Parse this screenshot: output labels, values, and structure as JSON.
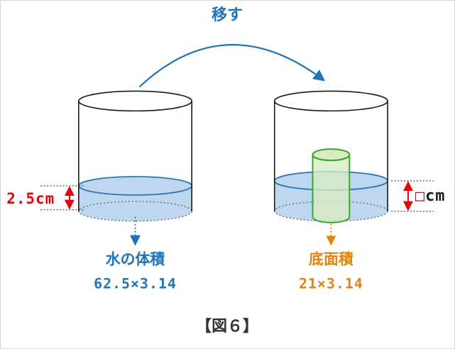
{
  "diagram": {
    "transfer_label": "移す",
    "caption": "【図６】"
  },
  "left": {
    "water_height_label": "2.5cm",
    "pointer_label": "水の体積",
    "formula": "62.5×3.14"
  },
  "right": {
    "unknown_box": "□",
    "unknown_unit": "cm",
    "pointer_label": "底面積",
    "formula": "21×3.14"
  },
  "colors": {
    "blue": "#1f74b8",
    "red": "#e8000d",
    "orange": "#e6820e",
    "green_stroke": "#35a535",
    "green_fill": "#d9ecc0",
    "water_fill": "#bdd7ee",
    "water_line": "#2e75b6",
    "outline": "#1a1a1a",
    "hidden_edge": "#666666",
    "caption": "#333333"
  }
}
